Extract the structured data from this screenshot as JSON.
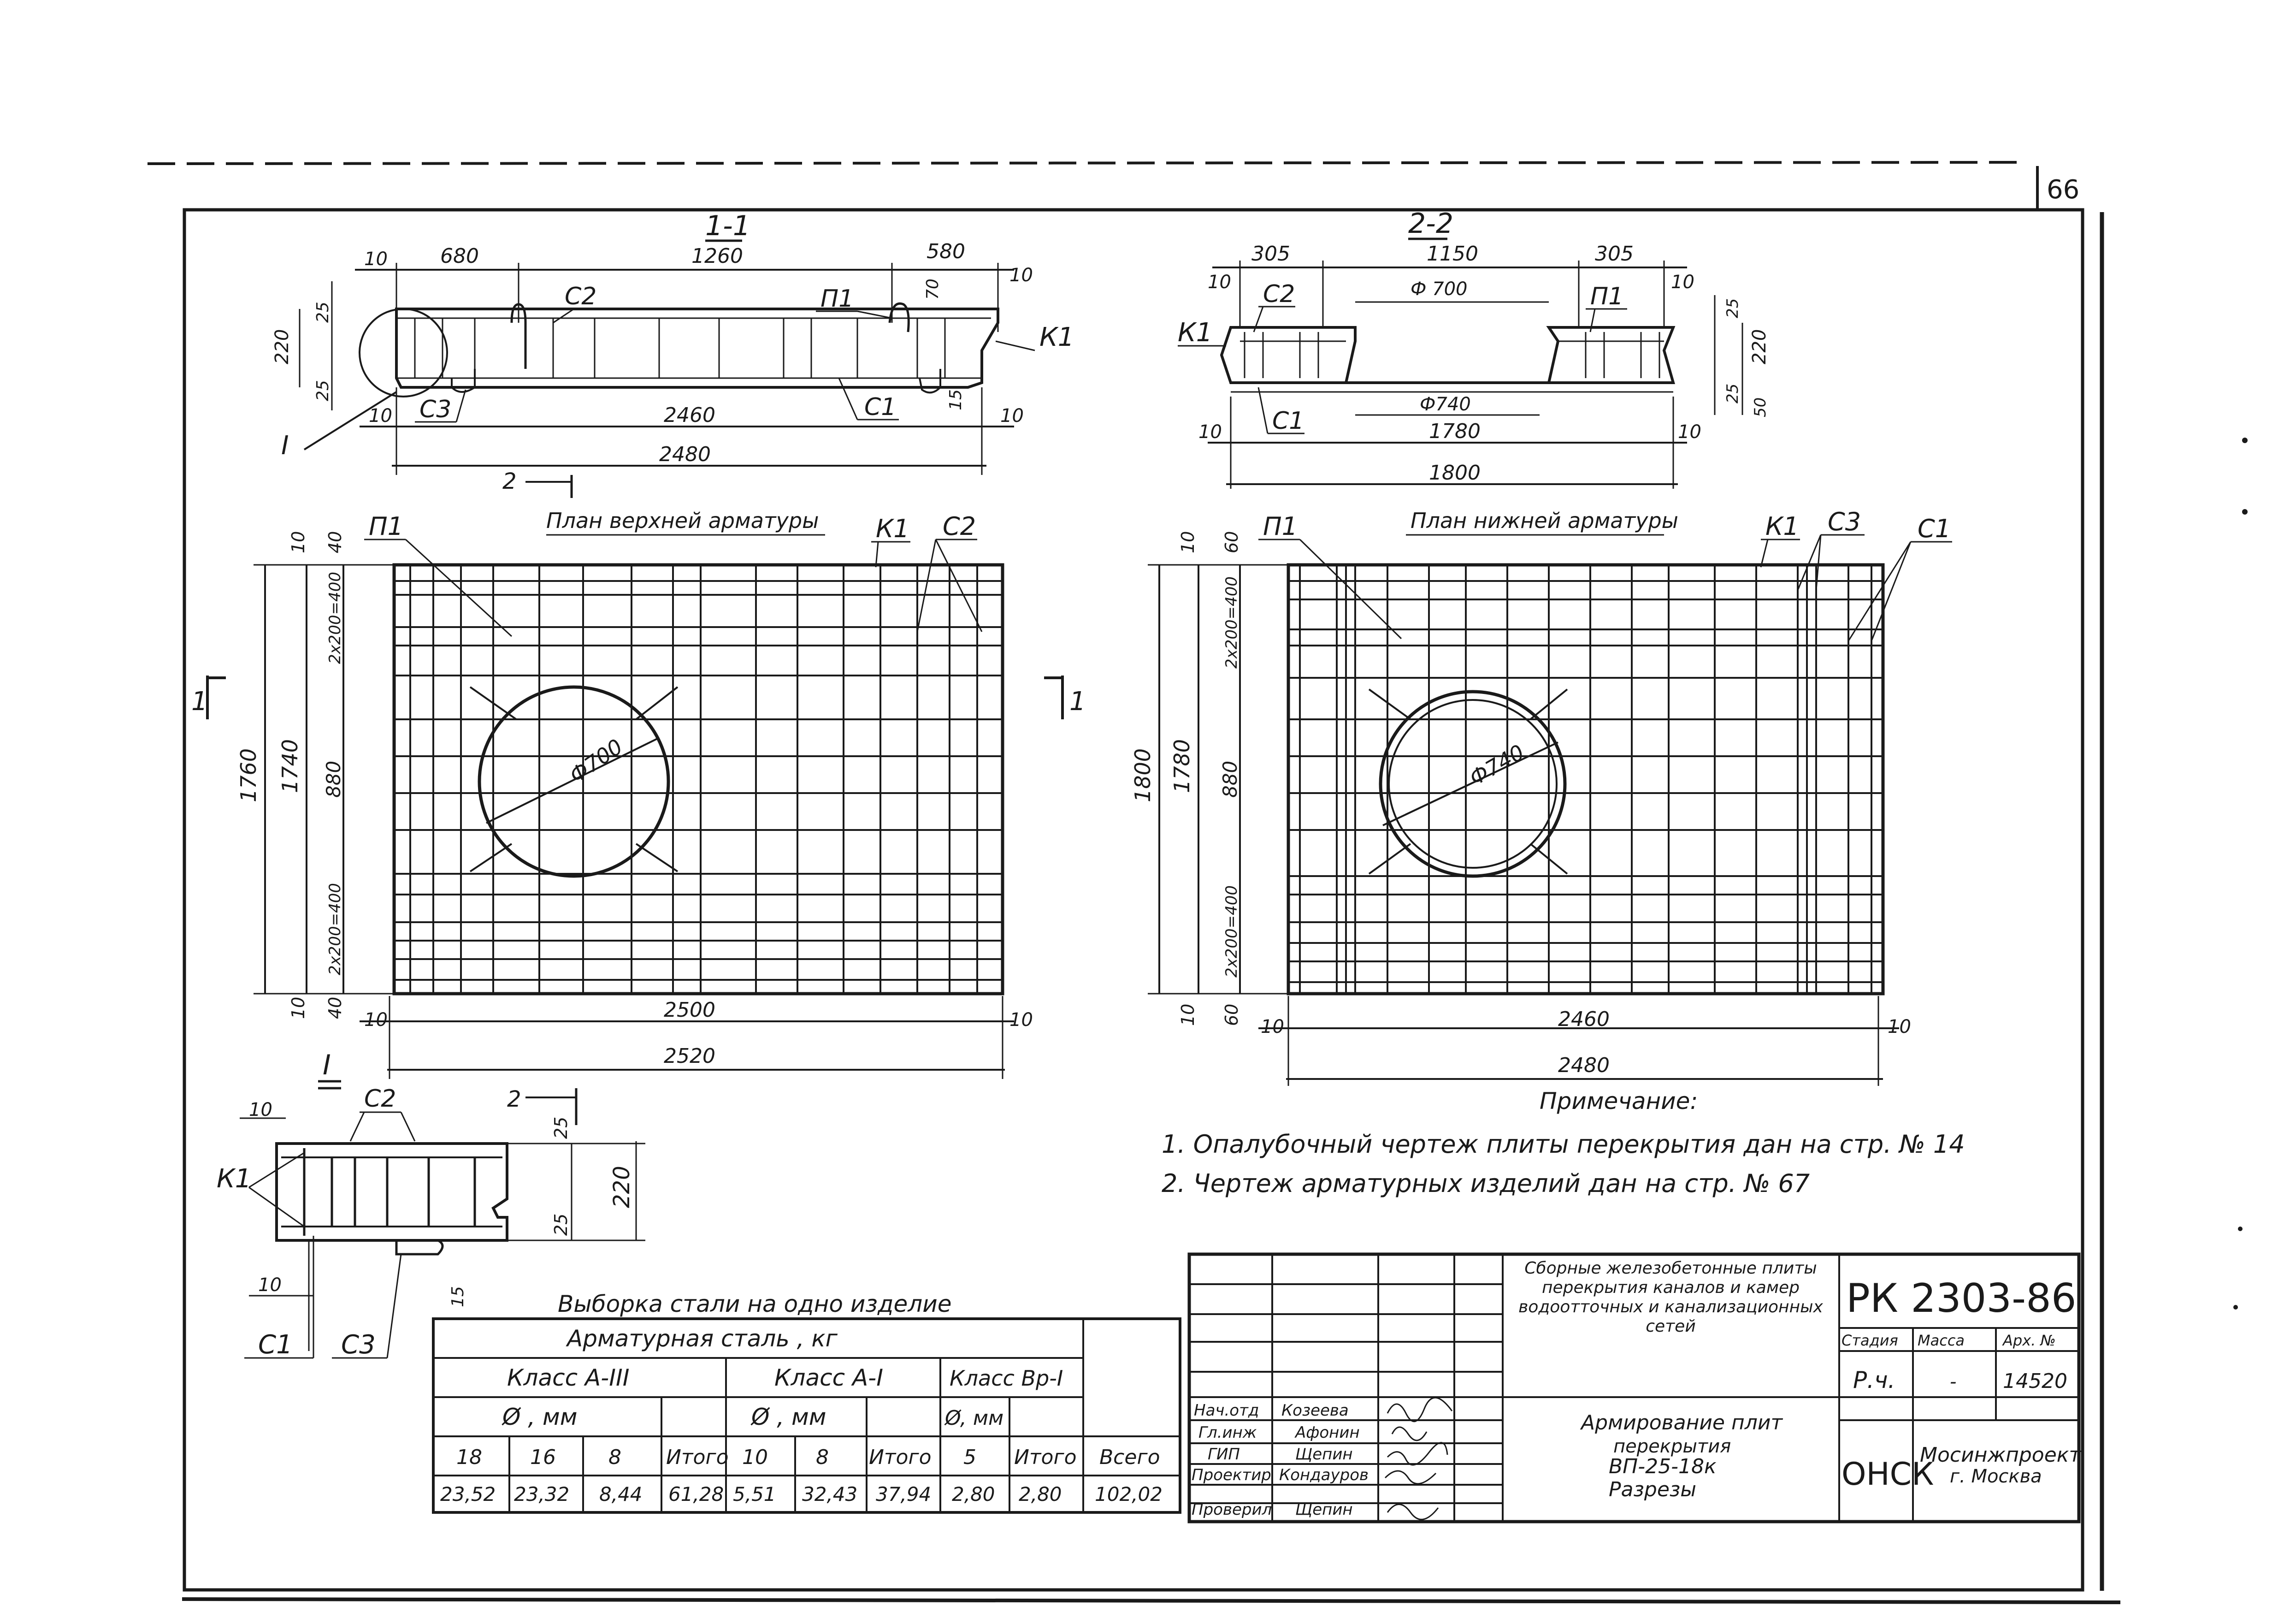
{
  "sheet": {
    "page_number": "66",
    "doc_code": "РК 2303-86"
  },
  "section_1_1": {
    "title": "1-1",
    "dims": {
      "d680": "680",
      "d1260": "1260",
      "d580": "580",
      "d10a": "10",
      "d10b": "10",
      "d10c": "10",
      "d10d": "10",
      "d25a": "25",
      "d25b": "25",
      "d220": "220",
      "d70": "70",
      "d15": "15",
      "d2460": "2460",
      "d2480": "2480"
    },
    "labels": {
      "c2": "С2",
      "p1": "П1",
      "k1": "К1",
      "c3": "С3",
      "c1": "С1",
      "node": "I",
      "cut": "2"
    }
  },
  "section_2_2": {
    "title": "2-2",
    "dims": {
      "d305a": "305",
      "d1150": "1150",
      "d305b": "305",
      "d10a": "10",
      "d10b": "10",
      "d10c": "10",
      "d10d": "10",
      "phi700": "Ф 700",
      "phi740": "Ф740",
      "d25a": "25",
      "d25b": "25",
      "d220": "220",
      "d50": "50",
      "d1780": "1780",
      "d1800": "1800"
    },
    "labels": {
      "k1": "К1",
      "c2": "С2",
      "p1": "П1",
      "c1": "С1"
    }
  },
  "plan_top": {
    "title": "План верхней арматуры",
    "labels": {
      "p1": "П1",
      "k1": "К1",
      "c2": "С2",
      "cut_left": "1",
      "cut_right": "1"
    },
    "dims": {
      "d1760": "1760",
      "d1740": "1740",
      "d10a": "10",
      "d40a": "40",
      "d2x200a": "2х200=400",
      "d880": "880",
      "d2x200b": "2х200=400",
      "d40b": "40",
      "d10b": "10",
      "d10c": "10",
      "d10d": "10",
      "d2500": "2500",
      "d2520": "2520",
      "phi700": "Ф700"
    }
  },
  "plan_bottom": {
    "title": "План нижней арматуры",
    "labels": {
      "p1": "П1",
      "k1": "К1",
      "c3": "С3",
      "c1": "С1"
    },
    "dims": {
      "d1800": "1800",
      "d1780": "1780",
      "d10a": "10",
      "d60a": "60",
      "d2x200a": "2х200=400",
      "d880": "880",
      "d2x200b": "2х200=400",
      "d60b": "60",
      "d10b": "10",
      "d10c": "10",
      "d10d": "10",
      "d2460": "2460",
      "d2480": "2480",
      "phi740": "Ф740"
    }
  },
  "detail_I": {
    "title": "I",
    "labels": {
      "c2": "С2",
      "k1": "К1",
      "c1": "С1",
      "c3": "С3",
      "cut": "2"
    },
    "dims": {
      "d10a": "10",
      "d25a": "25",
      "d220": "220",
      "d25b": "25",
      "d10b": "10",
      "d15": "15"
    }
  },
  "notes": {
    "heading": "Примечание:",
    "items": [
      "1. Опалубочный чертеж плиты перекрытия дан на стр. № 14",
      "2. Чертеж арматурных изделий дан на стр. № 67"
    ]
  },
  "steel_table": {
    "caption": "Выборка стали на одно изделие",
    "header_main": "Арматурная сталь , кг",
    "class_a3": "Класс А-III",
    "class_a1": "Класс А-I",
    "class_bp1": "Класс Вр-I",
    "dia_mm_a3": "Ø , мм",
    "dia_mm_a1": "Ø , мм",
    "dia_mm_bp1": "Ø, мм",
    "cols": [
      "18",
      "16",
      "8",
      "Итого",
      "10",
      "8",
      "Итого",
      "5",
      "Итого",
      "Всего"
    ],
    "values": [
      "23,52",
      "23,32",
      "8,44",
      "61,28",
      "5,51",
      "32,43",
      "37,94",
      "2,80",
      "2,80",
      "102,02"
    ]
  },
  "title_block": {
    "project_title": "Сборные железобетонные плиты перекрытия каналов и камер водоотточных и канализационных сетей",
    "sheet_title": [
      "Армирование плит",
      "перекрытия",
      "ВП-25-18к",
      "Разрезы"
    ],
    "doc_code": "РК 2303-86",
    "stage_label": "Стадия",
    "mass_label": "Масса",
    "arch_label": "Арх. №",
    "stage_value": "Р.ч.",
    "mass_value": "-",
    "arch_value": "14520",
    "dept": "ОНСК",
    "org_name": "Мосинжпроект",
    "org_city": "г. Москва",
    "roles": [
      {
        "role": "Нач.отд",
        "name": "Козеева"
      },
      {
        "role": "Гл.инж",
        "name": "Афонин"
      },
      {
        "role": "ГИП",
        "name": "Щепин"
      },
      {
        "role": "Проектир",
        "name": "Кондауров"
      },
      {
        "role": "Проверил",
        "name": "Щепин"
      }
    ]
  }
}
